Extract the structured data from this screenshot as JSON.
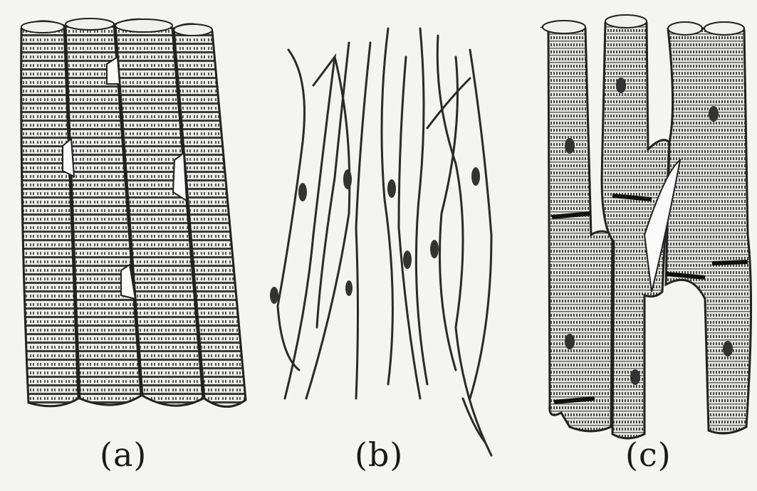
{
  "captions": {
    "a": "(a)",
    "b": "(b)",
    "c": "(c)"
  },
  "colors": {
    "ink": "#2a2a2a",
    "paper": "#f4f4f2",
    "fiber_fill": "#e9e9e6",
    "nucleus": "#333333"
  }
}
